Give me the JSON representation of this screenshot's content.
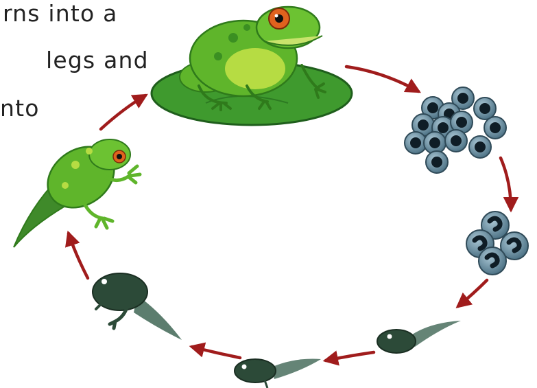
{
  "caption": {
    "lines": [
      "rns into a",
      "legs and",
      "nto"
    ]
  },
  "colors": {
    "arrow": "#a01c1c",
    "frog_body": "#5fb52b",
    "frog_light": "#b6dc43",
    "frog_dark": "#2f7a1b",
    "lilypad": "#3f9a2e",
    "lilypad_dark": "#1f5e1c",
    "egg_outer": "#5b8296",
    "egg_inner": "#0f1d26",
    "tadpole": "#2c4a38",
    "tadpole_tail": "#4a6f5e"
  },
  "stages": [
    "adult-frog",
    "eggs",
    "embryos",
    "tadpole",
    "tadpole-with-legs",
    "froglet"
  ]
}
